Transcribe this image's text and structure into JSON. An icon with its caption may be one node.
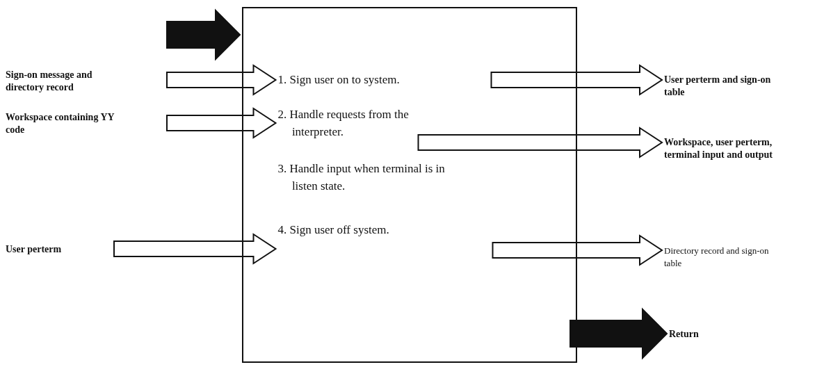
{
  "diagram": {
    "nodes": [
      {
        "text": [],
        "shape": "box"
      },
      {
        "text": [
          "1. Sign user on to system."
        ],
        "in": 0
      },
      {
        "text": [
          "2. Handle requests from the interpreter."
        ],
        "in": 0
      },
      {
        "text": [
          "3. Handle input when terminal is in listen state."
        ],
        "in": 0
      },
      {
        "text": [
          "4. Sign user off system."
        ],
        "in": 0
      },
      {
        "text": [
          "Sign-on message and directory record"
        ]
      },
      {
        "text": [
          "Workspace containing YY code"
        ]
      },
      {
        "text": [
          "User perterm"
        ]
      },
      {
        "text": [
          "User perterm and sign-on table"
        ]
      },
      {
        "text": [
          "Workspace, user perterm, terminal input and output"
        ]
      },
      {
        "text": [
          "Directory record and sign-on table"
        ]
      },
      {
        "text": [
          "Return"
        ]
      }
    ],
    "edges": [
      {
        "from": null,
        "to": 0,
        "arrow": "to",
        "style": "thick"
      },
      {
        "from": 5,
        "to": 1,
        "arrow": "to"
      },
      {
        "from": 6,
        "to": 2,
        "arrow": "to"
      },
      {
        "from": 7,
        "to": 4,
        "arrow": "to"
      },
      {
        "from": 1,
        "to": 8,
        "arrow": "to"
      },
      {
        "from": 2,
        "to": 9,
        "arrow": "to"
      },
      {
        "from": 4,
        "to": 10,
        "arrow": "to"
      },
      {
        "from": 0,
        "to": 11,
        "arrow": "to",
        "style": "thick"
      }
    ]
  }
}
